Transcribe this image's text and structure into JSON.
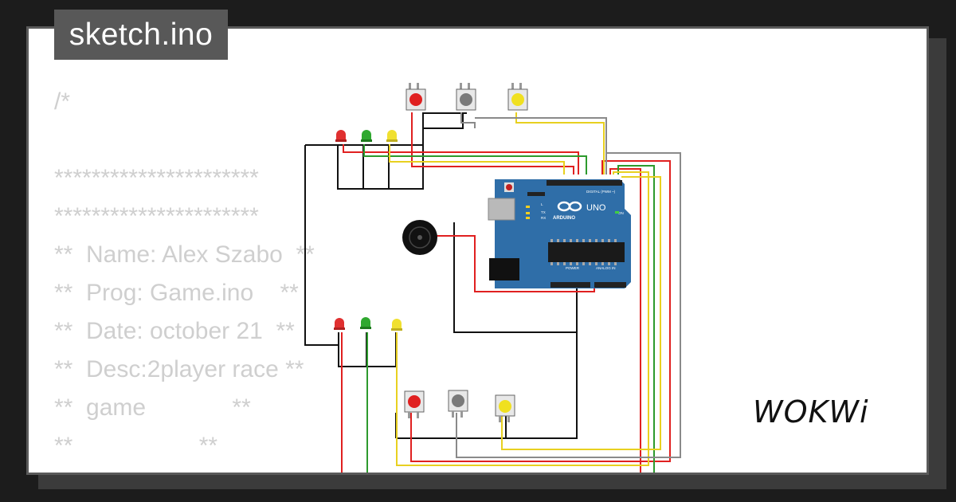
{
  "sketch": {
    "filename": "sketch.ino"
  },
  "code_lines": [
    "/*",
    "",
    "**********************",
    "**********************",
    "**  Name: Alex Szabo  **",
    "**  Prog: Game.ino    **",
    "**  Date: october 21  **",
    "**  Desc:2player race **",
    "**  game             **",
    "**                   **",
    "**********************"
  ],
  "board": {
    "name": "ARDUINO",
    "model": "UNO",
    "digital_label": "DIGITAL (PWM ~)",
    "power_label": "POWER",
    "analog_label": "ANALOG IN",
    "on_label": "ON",
    "tx_label": "TX",
    "rx_label": "RX",
    "l_label": "L"
  },
  "brand": {
    "logo_text": "WOKWi"
  },
  "colors": {
    "red": "#e02020",
    "green": "#2d9a2d",
    "yellow": "#e8d020",
    "gray": "#8a8a8a",
    "black": "#111111",
    "board": "#2f6ea8"
  }
}
